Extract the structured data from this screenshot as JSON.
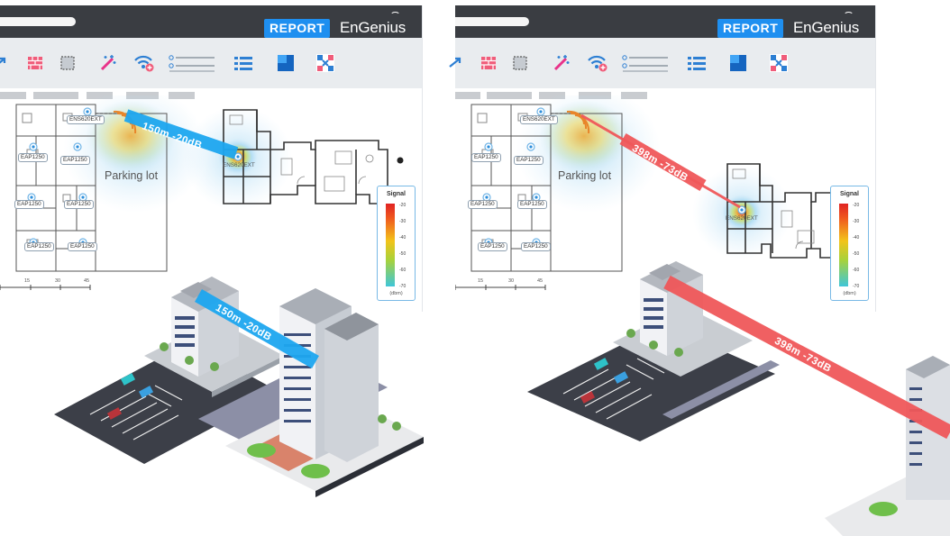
{
  "panels": [
    {
      "report_label": "REPORT",
      "brand": "EnGenius",
      "signal_label": "Signal",
      "unit_label": "(dbm)",
      "ticks": [
        "-20",
        "-30",
        "-40",
        "-50",
        "-60",
        "-70"
      ],
      "scale_numbers": [
        "15",
        "30",
        "45"
      ],
      "parking_label": "Parking lot",
      "source_ap": "ENS620EXT",
      "target_ap": "ENS620EXT",
      "ap_labels": [
        "EAP1250",
        "EAP1250",
        "EAP1250",
        "EAP1250",
        "EAP1250",
        "EAP1250"
      ],
      "plan_link_label": "150m  -20dB",
      "iso_link_label": "150m  -20dB",
      "link_color": "#1ea7f0"
    },
    {
      "report_label": "REPORT",
      "brand": "EnGenius",
      "signal_label": "Signal",
      "unit_label": "(dbm)",
      "ticks": [
        "-20",
        "-30",
        "-40",
        "-50",
        "-60",
        "-70"
      ],
      "scale_numbers": [
        "15",
        "30",
        "45"
      ],
      "parking_label": "Parking lot",
      "source_ap": "ENS620EXT",
      "target_ap": "ENS620EXT",
      "ap_labels": [
        "EAP1250",
        "EAP1250",
        "EAP1250",
        "EAP1250",
        "EAP1250",
        "EAP1250"
      ],
      "plan_link_label": "398m  -73dB",
      "iso_link_label": "398m  -73dB",
      "link_color": "#f0585a"
    }
  ],
  "icons": [
    "share-icon",
    "brick-wall-icon",
    "area-select-icon",
    "magic-wand-icon",
    "wifi-add-icon",
    "layer-list-icon",
    "list-icon",
    "floor-plan-icon",
    "network-map-icon"
  ],
  "colors": {
    "titlebar": "#3a3d42",
    "toolbar": "#e9ecef",
    "accent": "#1e8ff0",
    "good_link": "#1ea7f0",
    "bad_link": "#f0585a"
  }
}
